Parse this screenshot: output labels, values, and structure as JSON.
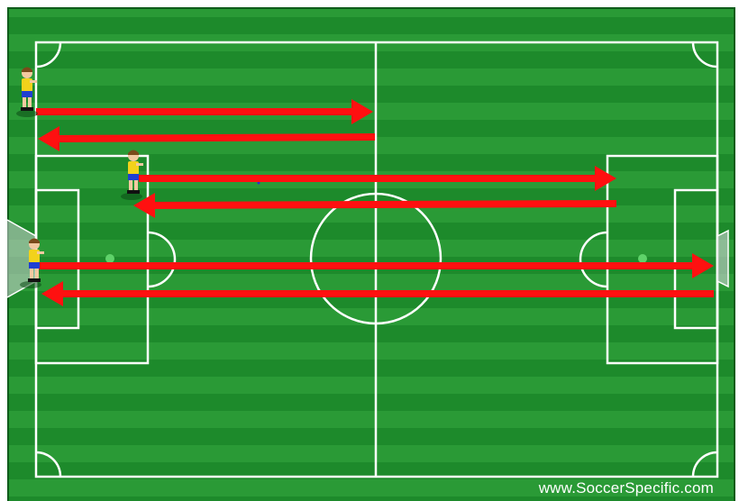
{
  "watermark": {
    "text": "www.SoccerSpecific.com"
  },
  "colors": {
    "grass_dark": "#1d8a2b",
    "grass_light": "#2a9a36",
    "frame": "#0f5c1b",
    "lines": "#ffffff",
    "arrow": "#ff1010",
    "shirt": "#f2d21b",
    "shorts": "#1f3fd1"
  },
  "players": [
    {
      "id": "player-1",
      "icon": "soccer-player-icon"
    },
    {
      "id": "player-2",
      "icon": "soccer-player-icon"
    },
    {
      "id": "player-3",
      "icon": "soccer-player-icon"
    }
  ],
  "runs": [
    {
      "player": "player-1",
      "legs": [
        "out-to-halfway",
        "back-to-start"
      ]
    },
    {
      "player": "player-2",
      "legs": [
        "out-to-far-penalty-area",
        "back-to-start"
      ]
    },
    {
      "player": "player-3",
      "legs": [
        "out-to-far-goal-line",
        "back-to-start"
      ]
    }
  ]
}
